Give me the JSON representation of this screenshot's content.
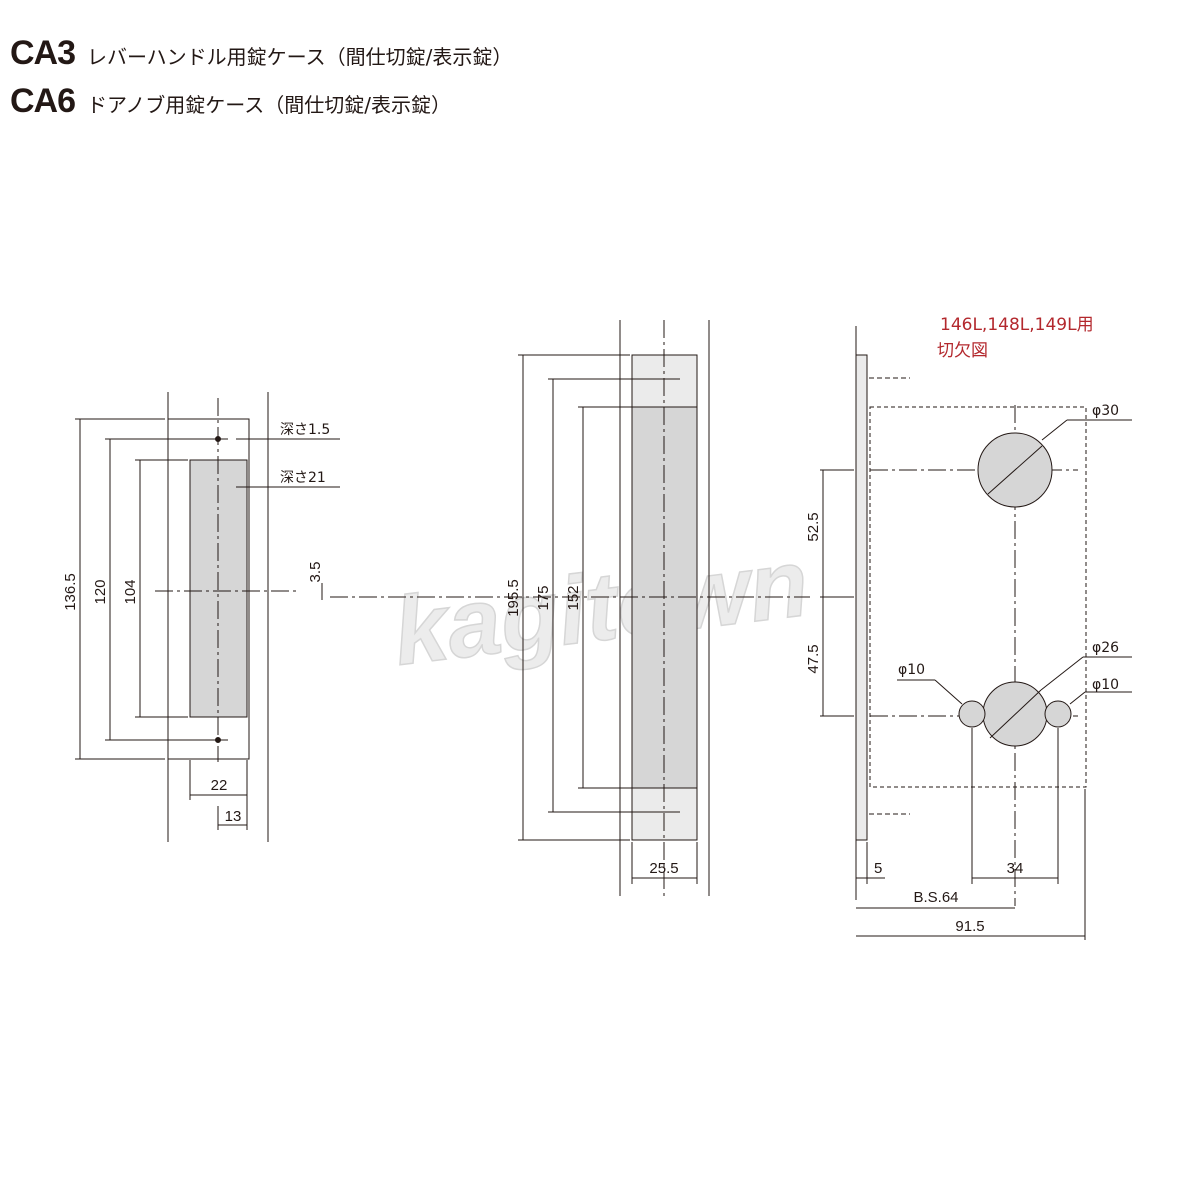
{
  "titles": [
    {
      "model": "CA3",
      "description": "レバーハンドル用錠ケース（間仕切錠/表示錠）"
    },
    {
      "model": "CA6",
      "description": "ドアノブ用錠ケース（間仕切錠/表示錠）"
    }
  ],
  "watermark": "kagitown",
  "left_view": {
    "dims": {
      "overall": "136.5",
      "hole_pitch": "120",
      "pocket": "104",
      "offset": "3.5",
      "width": "22",
      "depth": "13"
    },
    "notes": {
      "shallow": "深さ1.5",
      "deep": "深さ21"
    }
  },
  "middle_view": {
    "dims": {
      "overall": "195.5",
      "second": "175",
      "third": "152",
      "width": "25.5"
    }
  },
  "right_view": {
    "cutout_title": [
      "146L,148L,149L用",
      "切欠図"
    ],
    "dims": {
      "upper": "52.5",
      "lower": "47.5",
      "dia_top": "φ30",
      "dia_mid": "φ26",
      "dia_small_left": "φ10",
      "dia_small_right": "φ10",
      "faceplate": "5",
      "small_spacing": "34",
      "backset": "B.S.64",
      "total": "91.5"
    }
  },
  "colors": {
    "line": "#231815",
    "fill": "#d6d6d6",
    "plate": "#ebebeb",
    "accent_red": "#b3282d"
  }
}
